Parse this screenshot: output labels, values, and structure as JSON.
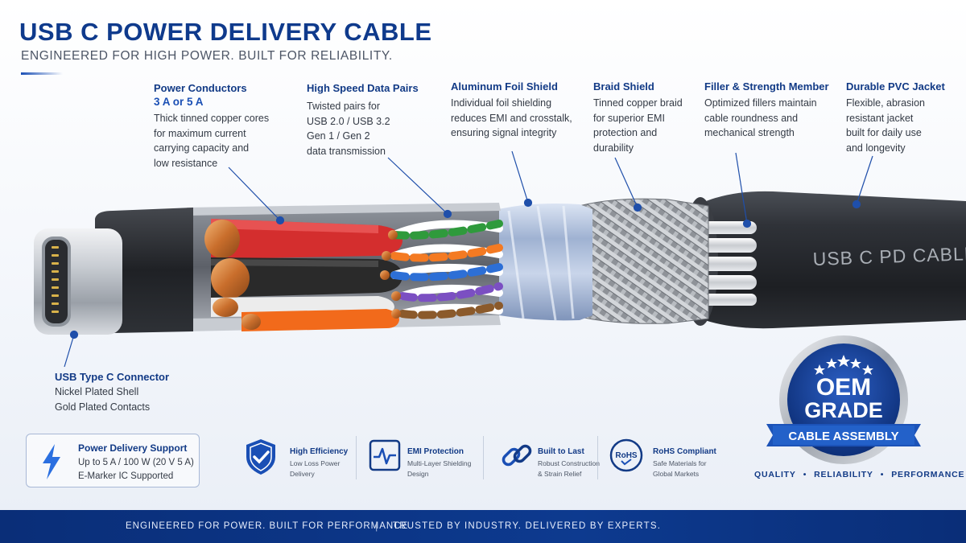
{
  "header": {
    "title": "USB C POWER DELIVERY CABLE",
    "subtitle": "ENGINEERED FOR HIGH POWER. BUILT FOR RELIABILITY."
  },
  "callouts": {
    "power_conductors": {
      "title": "Power Conductors",
      "rating": "3 A or 5 A",
      "lines": [
        "Thick tinned copper cores",
        "for maximum current",
        "carrying capacity and",
        "low resistance"
      ]
    },
    "data_pairs": {
      "title": "High Speed Data Pairs",
      "lines": [
        "Twisted pairs for",
        "USB 2.0 / USB 3.2",
        "Gen 1 / Gen 2",
        "data transmission"
      ]
    },
    "foil_shield": {
      "title": "Aluminum Foil Shield",
      "lines": [
        "Individual foil shielding",
        "reduces EMI and crosstalk,",
        "ensuring signal integrity"
      ]
    },
    "braid_shield": {
      "title": "Braid Shield",
      "lines": [
        "Tinned copper braid",
        "for superior EMI",
        "protection and",
        "durability"
      ]
    },
    "filler": {
      "title": "Filler & Strength Member",
      "lines": [
        "Optimized fillers maintain",
        "cable roundness and",
        "mechanical strength"
      ]
    },
    "jacket": {
      "title": "Durable PVC Jacket",
      "lines": [
        "Flexible, abrasion",
        "resistant jacket",
        "built for daily use",
        "and longevity"
      ]
    },
    "connector": {
      "title": "USB Type C Connector",
      "lines": [
        "Nickel Plated Shell",
        "Gold Plated Contacts"
      ]
    }
  },
  "jacket_print": "USB C PD CABLE",
  "power_delivery": {
    "title": "Power Delivery Support",
    "line1": "Up to 5 A / 100 W (20 V 5 A)",
    "line2": "E-Marker IC Supported"
  },
  "features": [
    {
      "icon": "shield-check-icon",
      "title": "High Efficiency",
      "lines": [
        "Low Loss Power",
        "Delivery"
      ]
    },
    {
      "icon": "pulse-monitor-icon",
      "title": "EMI Protection",
      "lines": [
        "Multi-Layer Shielding",
        "Design"
      ]
    },
    {
      "icon": "chain-link-icon",
      "title": "Built to Last",
      "lines": [
        "Robust Construction",
        "& Strain Relief"
      ]
    },
    {
      "icon": "rohs-badge-icon",
      "title": "RoHS Compliant",
      "lines": [
        "Safe Materials for",
        "Global Markets"
      ],
      "icon_text": "RoHS"
    }
  ],
  "badge": {
    "line1": "OEM",
    "line2": "GRADE",
    "ribbon": "CABLE ASSEMBLY",
    "tags": [
      "QUALITY",
      "RELIABILITY",
      "PERFORMANCE"
    ],
    "stars": 5
  },
  "footer": {
    "left": "ENGINEERED FOR POWER. BUILT FOR PERFORMANCE.",
    "separator": "|",
    "right": "TRUSTED BY INDUSTRY. DELIVERED BY EXPERTS."
  },
  "colors": {
    "brand_navy": "#0f3a8c",
    "accent_blue": "#1a4fb5",
    "conductor_red": "#d42e2e",
    "conductor_black": "#2a2a2a",
    "conductor_white": "#ececec",
    "conductor_orange": "#f26a1b",
    "copper": "#d9843f",
    "jacket": "#2b2e33",
    "foil": "#a9b9d6",
    "braid": "#b4b8bd",
    "footer": "#0d3a8f"
  }
}
